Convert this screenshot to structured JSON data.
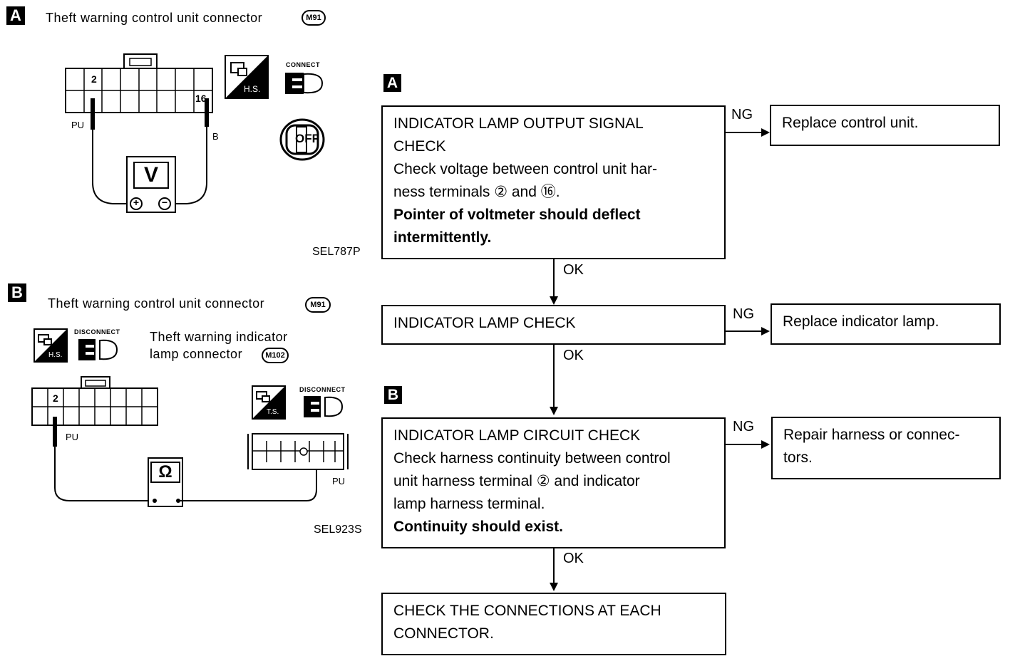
{
  "section_a": {
    "marker": "A",
    "title": "Theft warning control unit connector",
    "connector_code": "M91",
    "pin_left": "2",
    "pin_right": "16",
    "wire_left": "PU",
    "wire_right": "B",
    "meter": "V",
    "plus": "+",
    "minus": "−",
    "hs_label": "H.S.",
    "connect_label": "CONNECT",
    "key_label": "OFF",
    "ref": "SEL787P"
  },
  "section_b": {
    "marker": "B",
    "title": "Theft warning control unit connector",
    "connector_code": "M91",
    "lamp_title_1": "Theft warning indicator",
    "lamp_title_2": "lamp connector",
    "lamp_code": "M102",
    "pin_left": "2",
    "wire_left": "PU",
    "wire_right": "PU",
    "meter": "Ω",
    "hs_label": "H.S.",
    "ts_label": "T.S.",
    "disconnect_label_1": "DISCONNECT",
    "disconnect_label_2": "DISCONNECT",
    "ref": "SEL923S"
  },
  "flow": {
    "marker_a": "A",
    "marker_b": "B",
    "step1": {
      "line1": "INDICATOR LAMP OUTPUT SIGNAL",
      "line2": "CHECK",
      "line3": "Check voltage between control unit har-",
      "line4a": "ness terminals ",
      "line4_t1": "②",
      "line4b": " and ",
      "line4_t2": "⑯",
      "line4c": ".",
      "line5": "Pointer of voltmeter should deflect",
      "line6": "intermittently."
    },
    "step1_ng": "NG",
    "step1_ng_box": "Replace control unit.",
    "step1_ok": "OK",
    "step2": {
      "line1": "INDICATOR LAMP CHECK"
    },
    "step2_ng": "NG",
    "step2_ng_box": "Replace indicator lamp.",
    "step2_ok": "OK",
    "step3": {
      "line1": "INDICATOR LAMP CIRCUIT CHECK",
      "line2": "Check harness continuity between control",
      "line3a": "unit harness terminal ",
      "line3_t": "②",
      "line3b": " and indicator",
      "line4": "lamp harness terminal.",
      "line5": "Continuity should exist."
    },
    "step3_ng": "NG",
    "step3_ng_box_1": "Repair harness or connec-",
    "step3_ng_box_2": "tors.",
    "step3_ok": "OK",
    "step4": {
      "line1": "CHECK THE CONNECTIONS AT EACH",
      "line2": "CONNECTOR."
    }
  }
}
